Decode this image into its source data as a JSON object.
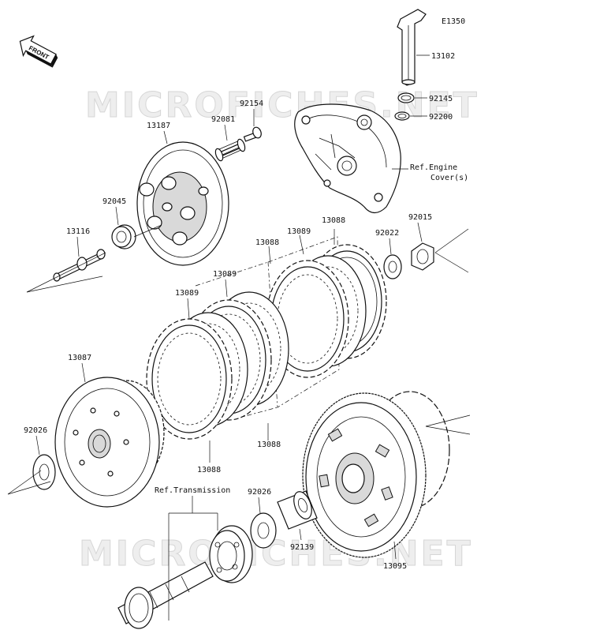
{
  "diagram": {
    "sheet_code": "E1350",
    "direction_label": "FRONT",
    "watermark": "MICROFICHES.NET",
    "references": {
      "engine_cover_line1": "Ref.Engine",
      "engine_cover_line2": "Cover(s)",
      "transmission": "Ref.Transmission"
    },
    "part_numbers": {
      "shaft_13102": "13102",
      "clip_92145": "92145",
      "washer_92200": "92200",
      "bolt_92154": "92154",
      "spring_92081": "92081",
      "pressure_plate_13187": "13187",
      "bearing_92045": "92045",
      "pushrod_13116": "13116",
      "washer_92022": "92022",
      "nut_92015": "92015",
      "friction_13088_top": "13088",
      "steel_13089_top": "13089",
      "friction_13088_mid": "13088",
      "steel_13089_mid": "13089",
      "steel_13089_left": "13089",
      "friction_13088_bottom_mid": "13088",
      "friction_13088_bottom_left": "13088",
      "hub_13087": "13087",
      "washer_92026_left": "92026",
      "washer_92026_right": "92026",
      "sleeve_92139": "92139",
      "housing_13095": "13095"
    }
  }
}
